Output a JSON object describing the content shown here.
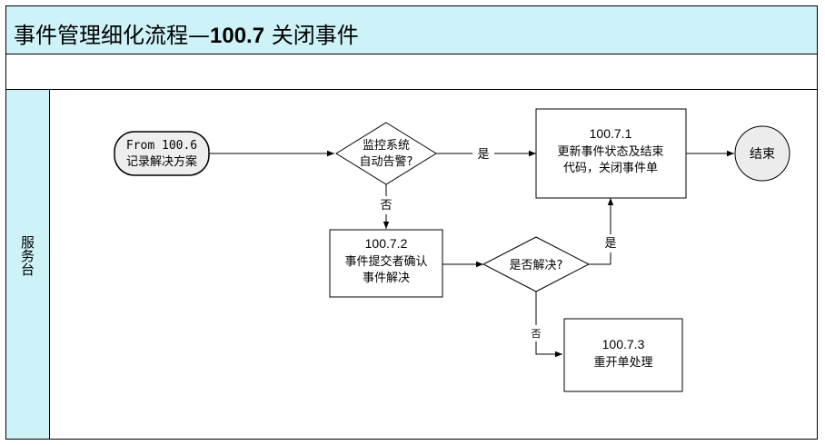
{
  "title": {
    "prefix": "事件管理细化流程—",
    "number": "100.7",
    "suffix": " 关闭事件"
  },
  "lane": {
    "label": "服务台"
  },
  "nodes": {
    "start": {
      "line1": "From 100.6",
      "line2": "记录解决方案"
    },
    "decision_monitor": {
      "line1": "监控系统",
      "line2": "自动告警?"
    },
    "task_1": {
      "id": "100.7.1",
      "line1": "更新事件状态及结束",
      "line2": "代码，关闭事件单"
    },
    "end": {
      "label": "结束"
    },
    "task_2": {
      "id": "100.7.2",
      "line1": "事件提交者确认",
      "line2": "事件解决"
    },
    "decision_resolved": {
      "label": "是否解决?"
    },
    "task_3": {
      "id": "100.7.3",
      "line1": "重开单处理"
    }
  },
  "edges": {
    "monitor_yes": "是",
    "monitor_no": "否",
    "resolved_yes": "是",
    "resolved_no": "否"
  },
  "colors": {
    "header_fill": "#cdf2f7",
    "terminal_fill": "#eeeeee",
    "end_fill": "#ececec",
    "stroke": "#000000"
  }
}
